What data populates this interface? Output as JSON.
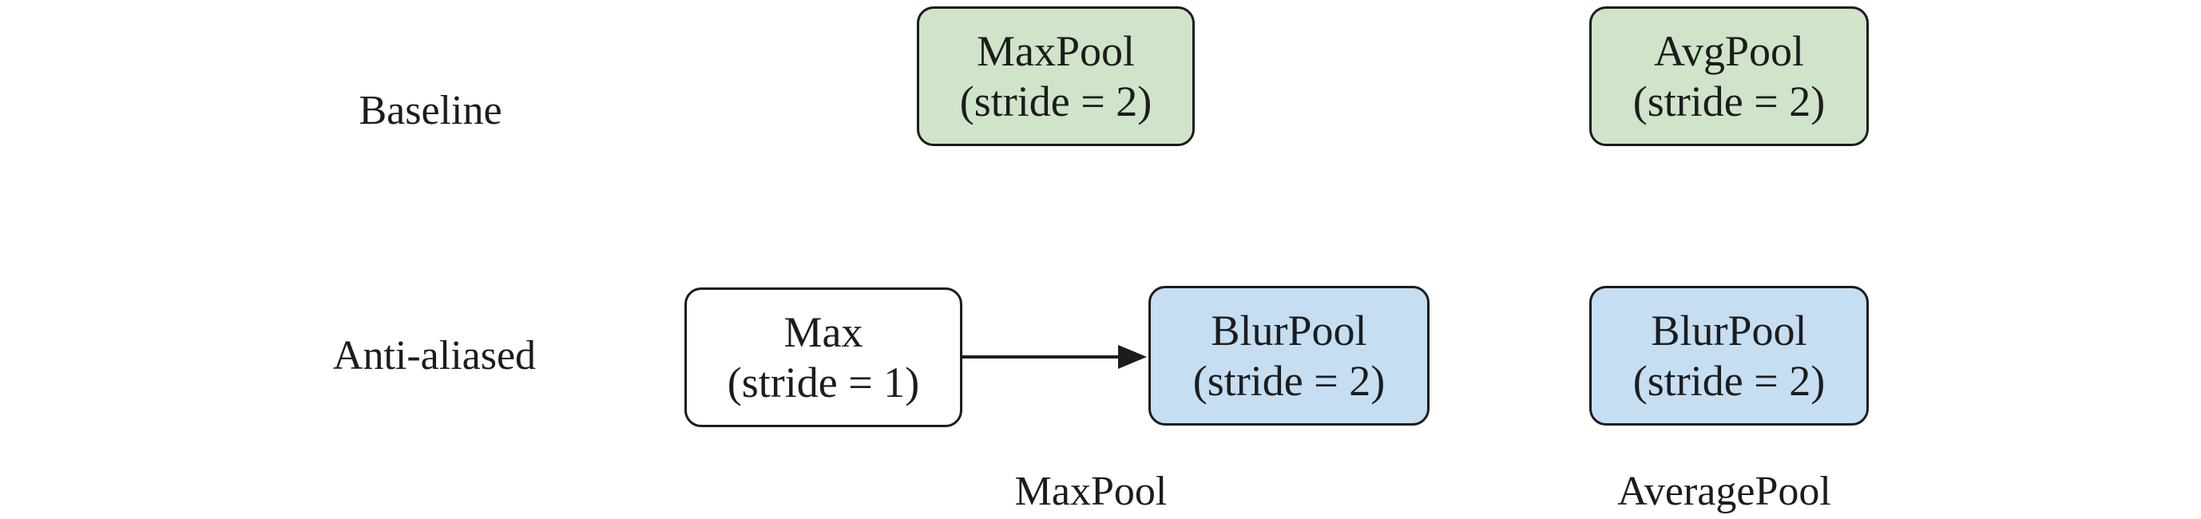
{
  "diagram": {
    "row_labels": {
      "baseline": "Baseline",
      "antialiased": "Anti-aliased"
    },
    "nodes": {
      "maxpool_baseline": {
        "line1": "MaxPool",
        "line2": "(stride = 2)",
        "fill": "#cfe4c9"
      },
      "avgpool_baseline": {
        "line1": "AvgPool",
        "line2": "(stride = 2)",
        "fill": "#cfe4c9"
      },
      "max_antialiased": {
        "line1": "Max",
        "line2": "(stride = 1)",
        "fill": "#ffffff"
      },
      "blurpool_max": {
        "line1": "BlurPool",
        "line2": "(stride = 2)",
        "fill": "#c6def2"
      },
      "blurpool_avg": {
        "line1": "BlurPool",
        "line2": "(stride = 2)",
        "fill": "#c6def2"
      }
    },
    "captions": {
      "maxpool": "MaxPool",
      "averagepool": "AveragePool"
    },
    "colors": {
      "baseline_fill": "#cfe4c9",
      "antialiased_fill": "#c6def2",
      "plain_fill": "#ffffff",
      "border": "#1c1c1c",
      "text": "#1c1c1c",
      "background": "#ffffff"
    }
  }
}
